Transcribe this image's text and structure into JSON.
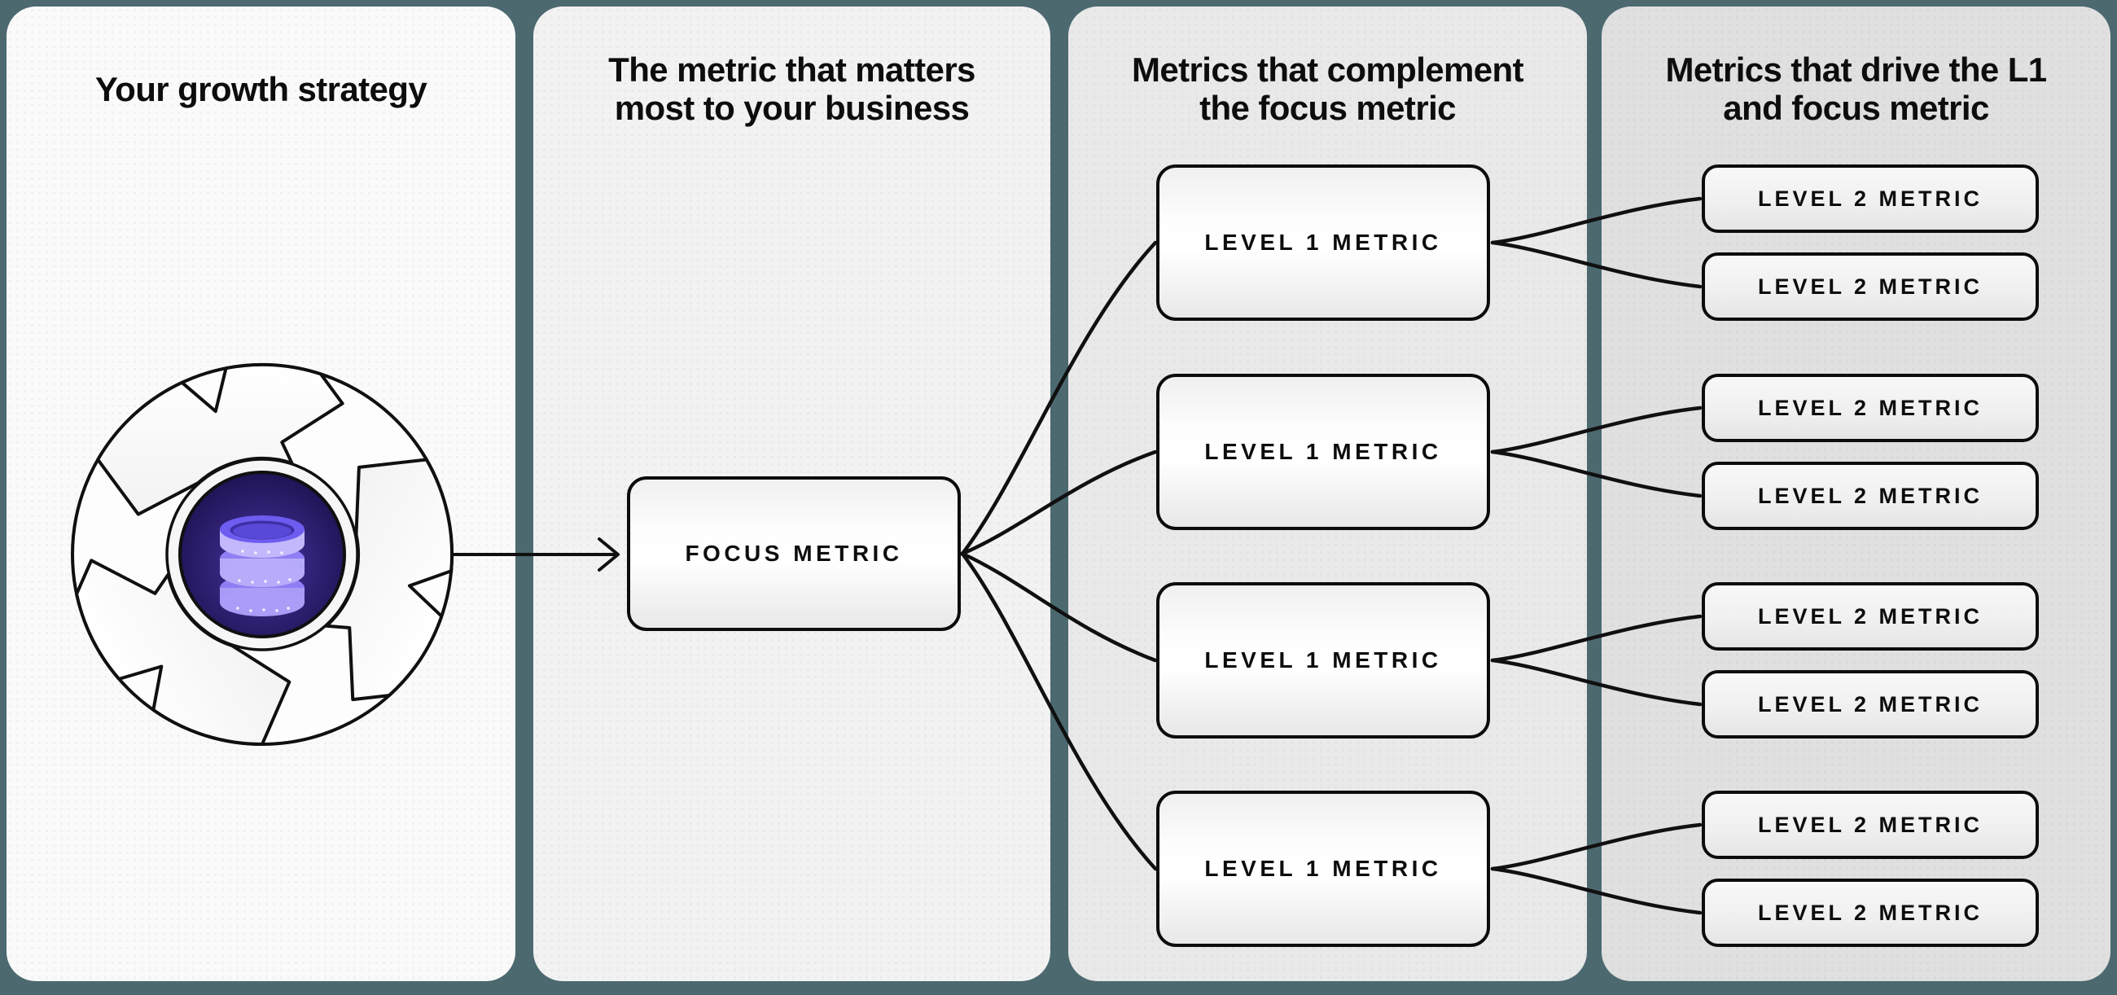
{
  "panels": [
    {
      "title": "Your growth strategy"
    },
    {
      "title": "The metric that matters\nmost to your business"
    },
    {
      "title": "Metrics that complement\nthe focus metric"
    },
    {
      "title": "Metrics that drive the L1\nand focus metric"
    }
  ],
  "focus_metric": {
    "label": "FOCUS METRIC"
  },
  "level1_metrics": [
    {
      "label": "LEVEL 1 METRIC"
    },
    {
      "label": "LEVEL 1 METRIC"
    },
    {
      "label": "LEVEL 1 METRIC"
    },
    {
      "label": "LEVEL 1 METRIC"
    }
  ],
  "level2_metrics": [
    {
      "label": "LEVEL 2 METRIC"
    },
    {
      "label": "LEVEL 2 METRIC"
    },
    {
      "label": "LEVEL 2 METRIC"
    },
    {
      "label": "LEVEL 2 METRIC"
    },
    {
      "label": "LEVEL 2 METRIC"
    },
    {
      "label": "LEVEL 2 METRIC"
    },
    {
      "label": "LEVEL 2 METRIC"
    },
    {
      "label": "LEVEL 2 METRIC"
    }
  ],
  "icons": {
    "flywheel": "flywheel-icon",
    "database": "database-icon",
    "arrow": "arrow-right-icon"
  },
  "colors": {
    "background_teal": "#4C6970",
    "panel_1": "#FAFAFA",
    "panel_2": "#F3F2F2",
    "panel_3": "#E9E9E9",
    "panel_4": "#E0E0E0",
    "ink": "#0D0D0D",
    "core_indigo": "#2A1C6B",
    "db_lavender": "#B5AAF9",
    "db_purple": "#6D5CF0"
  }
}
